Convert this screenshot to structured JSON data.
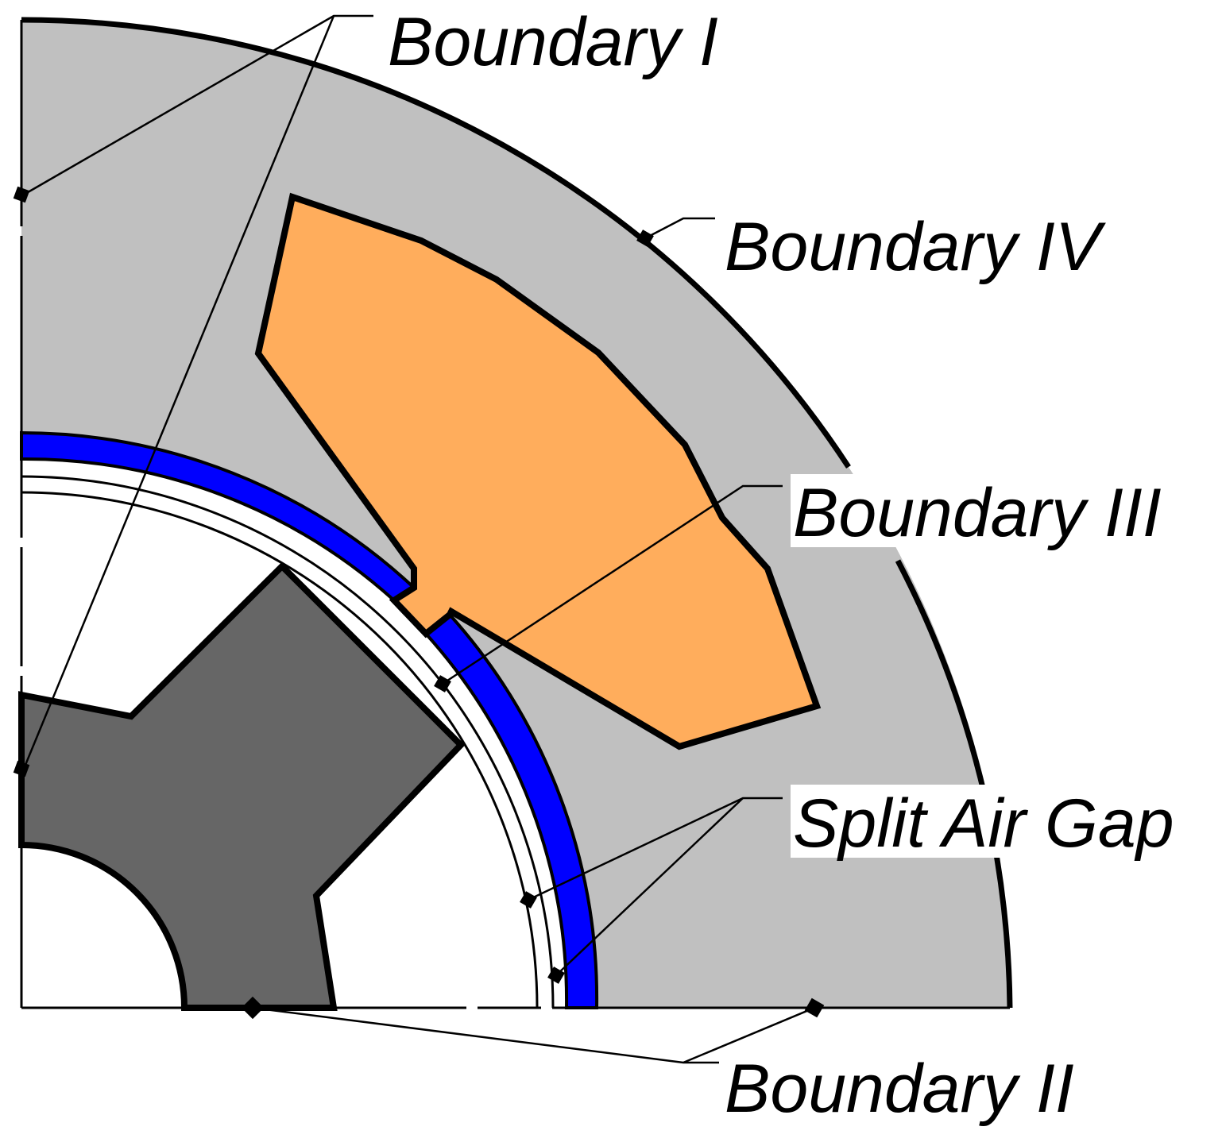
{
  "labels": {
    "boundary_1": "Boundary I",
    "boundary_2": "Boundary II",
    "boundary_3": "Boundary III",
    "boundary_4": "Boundary IV",
    "split_air_gap": "Split Air Gap"
  },
  "colors": {
    "stator": "#c0c0c0",
    "magnet": "#0000ff",
    "coil": "#ffad5c",
    "rotor": "#666666",
    "background": "#ffffff",
    "outline": "#000000"
  }
}
